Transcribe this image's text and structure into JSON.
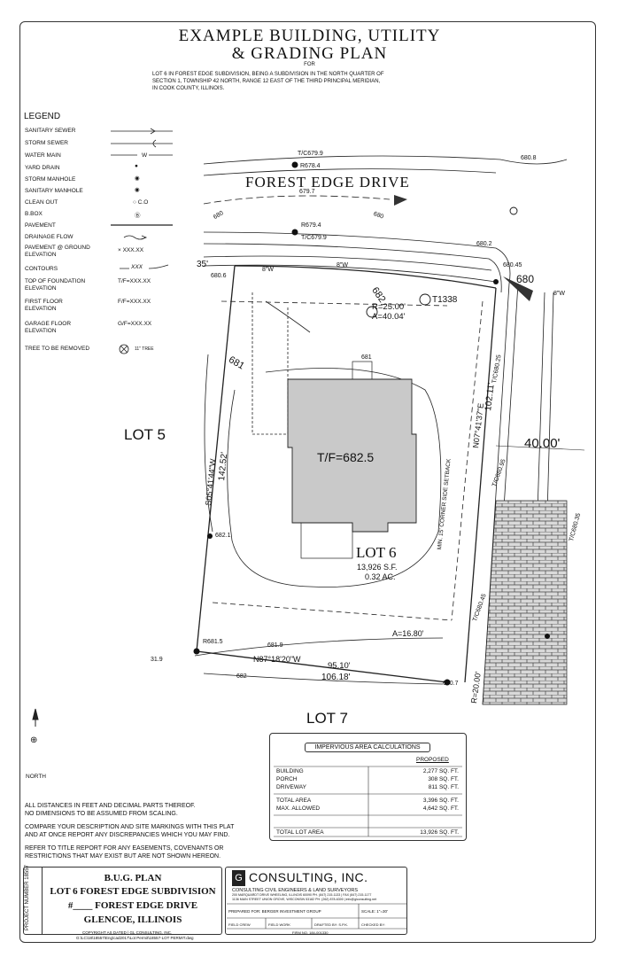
{
  "title": {
    "line1": "EXAMPLE BUILDING, UTILITY",
    "line2": "& GRADING PLAN",
    "for": "FOR",
    "legal_1": "LOT 6 IN FOREST EDGE SUBDIVISION, BEING A SUBDIVISION IN THE NORTH QUARTER OF",
    "legal_2": "SECTION 1, TOWNSHIP 42 NORTH, RANGE 12 EAST OF THE THIRD PRINCIPAL MERIDIAN,",
    "legal_3": "IN COOK COUNTY, ILLINOIS."
  },
  "legend": {
    "heading": "LEGEND",
    "items": [
      {
        "label": "SANITARY SEWER",
        "symbol": ""
      },
      {
        "label": "STORM SEWER",
        "symbol": ""
      },
      {
        "label": "WATER MAIN",
        "symbol": "W"
      },
      {
        "label": "YARD DRAIN",
        "symbol": "●"
      },
      {
        "label": "STORM MANHOLE",
        "symbol": "◉"
      },
      {
        "label": "SANITARY MANHOLE",
        "symbol": "◉"
      },
      {
        "label": "CLEAN OUT",
        "symbol": "○ C.O"
      },
      {
        "label": "B.BOX",
        "symbol": "Ⓑ"
      },
      {
        "label": "PAVEMENT",
        "symbol": ""
      },
      {
        "label": "DRAINAGE FLOW",
        "symbol": ""
      },
      {
        "label": "PAVEMENT @ GROUND ELEVATION",
        "symbol": "× XXX.XX"
      },
      {
        "label": "CONTOURS",
        "symbol": "XXX"
      },
      {
        "label": "TOP OF FOUNDATION ELEVATION",
        "symbol": "T/F=XXX.XX"
      },
      {
        "label": "FIRST FLOOR ELEVATION",
        "symbol": "F/F=XXX.XX"
      },
      {
        "label": "GARAGE FLOOR ELEVATION",
        "symbol": "G/F=XXX.XX"
      },
      {
        "label": "TREE TO BE REMOVED",
        "symbol": "11\" TREE"
      }
    ]
  },
  "plan": {
    "street": "FOREST EDGE DRIVE",
    "lot5": "LOT 5",
    "lot6": "LOT 6",
    "lot6_area_sf": "13,926 S.F.",
    "lot6_area_ac": "0.32 AC.",
    "lot7": "LOT 7",
    "tf": "T/F=682.5",
    "setback": "MIN. 15' CORNER SIDE SETBACK",
    "dims": {
      "west_line": "S05°41'44\"W",
      "west_len": "142.52'",
      "east_line": "N07°41'37\"E",
      "east_len": "102.11'",
      "width_40": "40.00'",
      "south_line": "N87°18'20\"W",
      "south_len1": "95.10'",
      "south_len2": "106.18'",
      "curve_r": "R=25.00'",
      "curve_a": "A=40.04'",
      "arc_a": "A=16.80'",
      "arc_r": "R=20.00'"
    },
    "elevs": {
      "e679_9a": "T/C679.9",
      "e678_4": "R678.4",
      "e679_7": "679.7",
      "e679_4": "R679.4",
      "e679_9b": "T/C679.9",
      "e680_8": "680.8",
      "e680_2": "680.2",
      "e680_45": "680.45",
      "e680_6": "680.6",
      "e681": "681",
      "e682_1": "682.1",
      "e681_5": "R681.5",
      "e681_9": "681.9",
      "e682": "682",
      "e680_7": "680.7",
      "e31_9": "31.9",
      "e680_95": "T/C680.95",
      "e680_35": "T/C680.35",
      "e680_45b": "T/C680.45",
      "e680_25": "T/C680.25",
      "t1338": "T1338",
      "c680a": "680",
      "c680b": "680",
      "c680c": "680",
      "c681": "681",
      "c682": "682",
      "w8a": "8\"W",
      "w8b": "8\"W",
      "w8c": "8\"W",
      "d35": "35'"
    }
  },
  "north": "NORTH",
  "notes": [
    "ALL DISTANCES IN FEET AND DECIMAL PARTS THEREOF.",
    "NO DIMENSIONS TO BE ASSUMED FROM SCALING.",
    "COMPARE YOUR DESCRIPTION AND SITE MARKINGS WITH THIS PLAT",
    "AND AT ONCE REPORT ANY DISCREPANCIES WHICH YOU MAY FIND.",
    "REFER TO TITLE REPORT FOR ANY EASEMENTS, COVENANTS OR",
    "RESTRICTIONS THAT MAY EXIST BUT ARE NOT SHOWN HEREON."
  ],
  "impervious": {
    "title": "IMPERVIOUS AREA CALCULATIONS",
    "col": "PROPOSED",
    "rows": [
      {
        "label": "BUILDING",
        "value": "2,277 SQ. FT."
      },
      {
        "label": "PORCH",
        "value": "308 SQ. FT."
      },
      {
        "label": "DRIVEWAY",
        "value": "811 SQ. FT."
      },
      {
        "label": "TOTAL AREA",
        "value": "3,396 SQ. FT."
      },
      {
        "label": "MAX. ALLOWED",
        "value": "4,642 SQ. FT."
      },
      {
        "label": "TOTAL LOT AREA",
        "value": "13,926 SQ. FT."
      }
    ]
  },
  "titleblock": {
    "project_number": "PROJECT NUMBER 18557",
    "line1": "B.U.G. PLAN",
    "line2": "LOT 6 FOREST EDGE SUBDIVISION",
    "line3": "#____ FOREST EDGE DRIVE",
    "line4": "GLENCOE, ILLINOIS",
    "copyright": "COPYRIGHT AS DATED | GL CONSULTING, INC.",
    "path": "G:\\LC\\18\\18557\\Eng\\cad2017\\Lot Permit\\18557-LOT PERMIT.dwg",
    "firm": "CONSULTING, INC.",
    "firm_sub": "CONSULTING CIVIL ENGINEERS & LAND SURVEYORS",
    "addr1": "200 MARQUARDT DRIVE WHEELING, ILLINOIS 60090  PH. (847) 215-1133 | FAX (847) 215-1177",
    "addr2": "1136 MAIN STREET UNION GROVE, WISCONSIN 53182  PH. (262) 878-6300 | info@glconsulting.net",
    "prepared": "PREPARED FOR: BERGER INVESTMENT GROUP",
    "scale": "SCALE: 1\"=30'",
    "field_crew": "FIELD CREW",
    "field_work": "FIELD WORK",
    "drafted": "DRAFTED BY: S.P.K.",
    "checked": "CHECKED BY:",
    "firm_no": "FIRM NO. 184-001330"
  }
}
